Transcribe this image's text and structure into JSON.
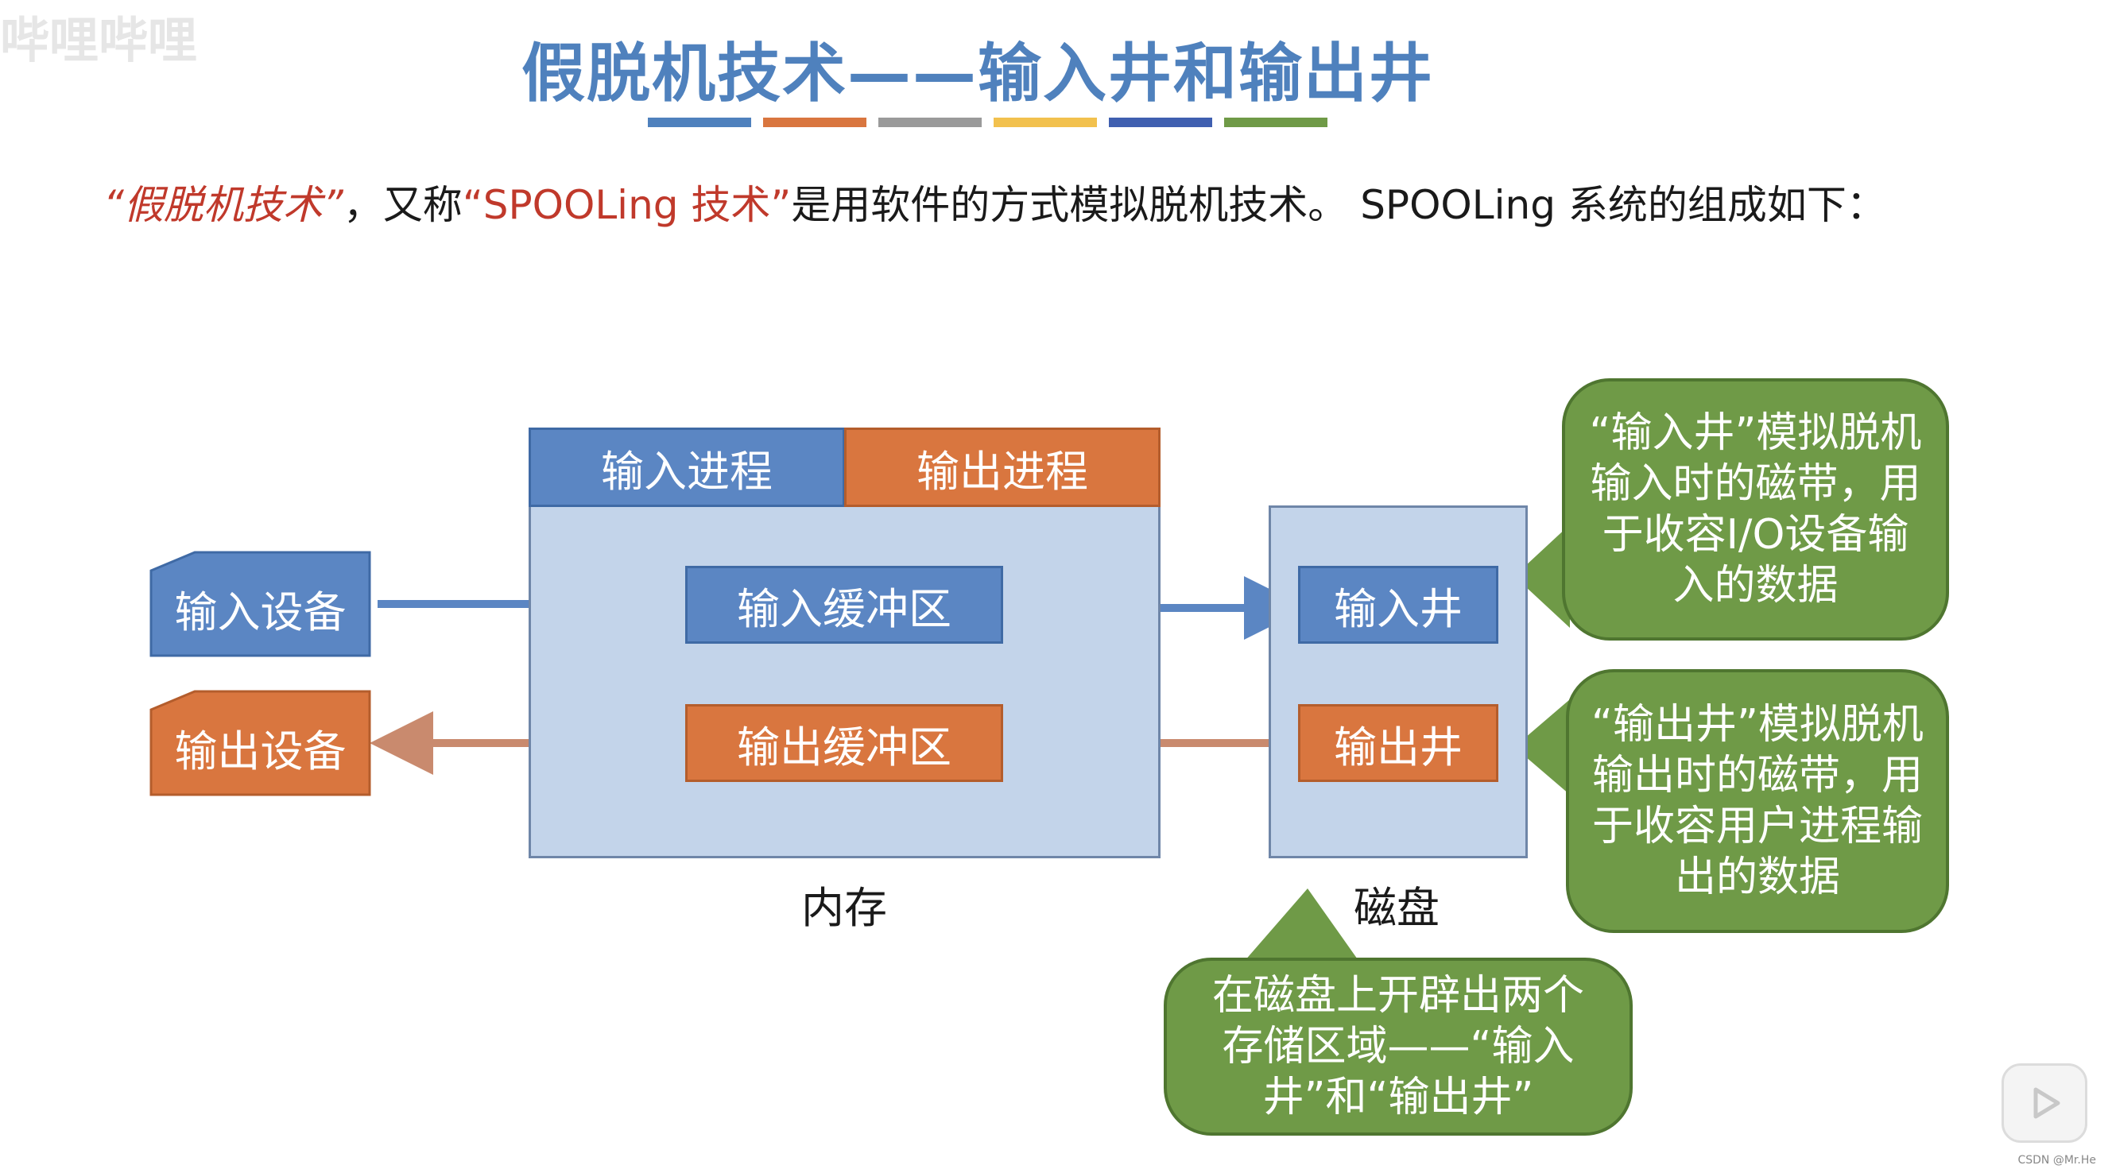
{
  "watermark": "哔哩哔哩",
  "title": "假脱机技术——输入井和输出井",
  "color_bars": [
    "#4f81bd",
    "#d9763f",
    "#9a9a9a",
    "#f2c14e",
    "#3f5fb0",
    "#6f9a47"
  ],
  "intro": {
    "part1": "“假脱机技术”",
    "part2": "，又称",
    "part3": "“SPOOLing 技术”",
    "part4": "是用软件的方式模拟脱机技术。 SPOOLing 系统的组成如下："
  },
  "memory": {
    "label": "内存",
    "input_process": "输入进程",
    "output_process": "输出进程",
    "input_buffer": "输入缓冲区",
    "output_buffer": "输出缓冲区"
  },
  "disk": {
    "label": "磁盘",
    "input_well": "输入井",
    "output_well": "输出井"
  },
  "devices": {
    "input": "输入设备",
    "output": "输出设备"
  },
  "callouts": {
    "input_well": "“输入井”模拟脱机输入时的磁带，用于收容I/O设备输入的数据",
    "output_well": "“输出井”模拟脱机输出时的磁带，用于收容用户进程输出的数据",
    "disk": "在磁盘上开辟出两个存储区域——“输入井”和“输出井”"
  },
  "corner_mark": "CSDN @Mr.He",
  "colors": {
    "blue": "#5b86c3",
    "orange": "#d9763f",
    "light_blue": "#c3d4ea",
    "green": "#6f9a47",
    "red_text": "#c0392b"
  }
}
